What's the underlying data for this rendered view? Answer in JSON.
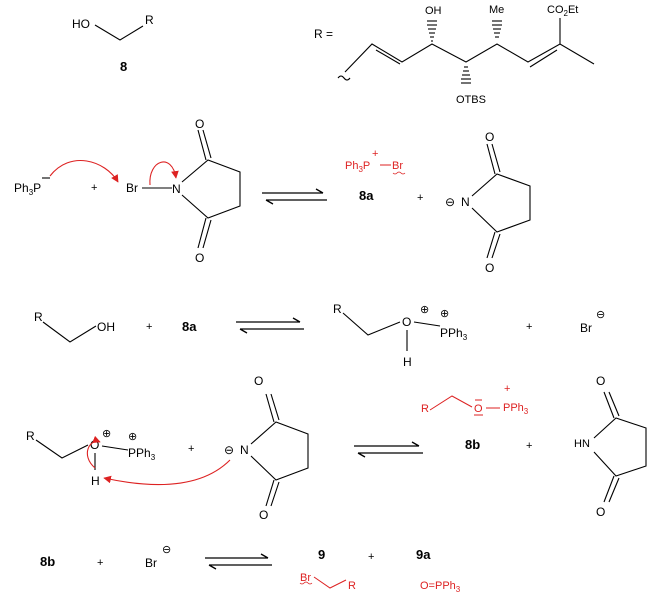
{
  "row0": {
    "ho": "HO",
    "r": "R",
    "label8": "8",
    "r_eq": "R =",
    "oh": "OH",
    "me": "Me",
    "co2et_pre": "CO",
    "co2et_sub": "2",
    "co2et_post": "Et",
    "otbs": "OTBS"
  },
  "row1": {
    "ph3p": "Ph",
    "ph3p_sub": "3",
    "ph3p_p": "P",
    "plus1": "+",
    "br": "Br",
    "n": "N",
    "o_top": "O",
    "o_bot": "O",
    "prod_ph3": "Ph",
    "prod_sub": "3",
    "prod_p": "P",
    "prod_plus": "+",
    "prod_br": "Br",
    "label8a": "8a",
    "plus2": "+",
    "minus": "⊖",
    "n2": "N",
    "o2_top": "O",
    "o2_bot": "O"
  },
  "row2": {
    "r": "R",
    "oh": "OH",
    "plus1": "+",
    "label8a": "8a",
    "r2": "R",
    "o": "O",
    "oplus": "⊕",
    "pplus": "⊕",
    "pph3": "PPh",
    "pph3_sub": "3",
    "h": "H",
    "plus2": "+",
    "br": "Br",
    "brminus": "⊖"
  },
  "row3": {
    "r": "R",
    "o": "O",
    "oplus": "⊕",
    "pplus": "⊕",
    "pph3": "PPh",
    "pph3_sub": "3",
    "h": "H",
    "plus1": "+",
    "minus": "⊖",
    "n": "N",
    "o_top": "O",
    "o_bot": "O",
    "r2": "R",
    "o2": "O",
    "pph3_2": "PPh",
    "pph3_2_sub": "3",
    "plus_p": "+",
    "label8b": "8b",
    "plus2": "+",
    "hn": "HN",
    "o3_top": "O",
    "o3_bot": "O"
  },
  "row4": {
    "label8b": "8b",
    "plus1": "+",
    "br": "Br",
    "brminus": "⊖",
    "label9": "9",
    "plus2": "+",
    "label9a": "9a",
    "br2": "Br",
    "r": "R",
    "opph3": "O=PPh",
    "opph3_sub": "3"
  },
  "colors": {
    "ink": "#000000",
    "red": "#d22222",
    "bg": "#ffffff"
  }
}
